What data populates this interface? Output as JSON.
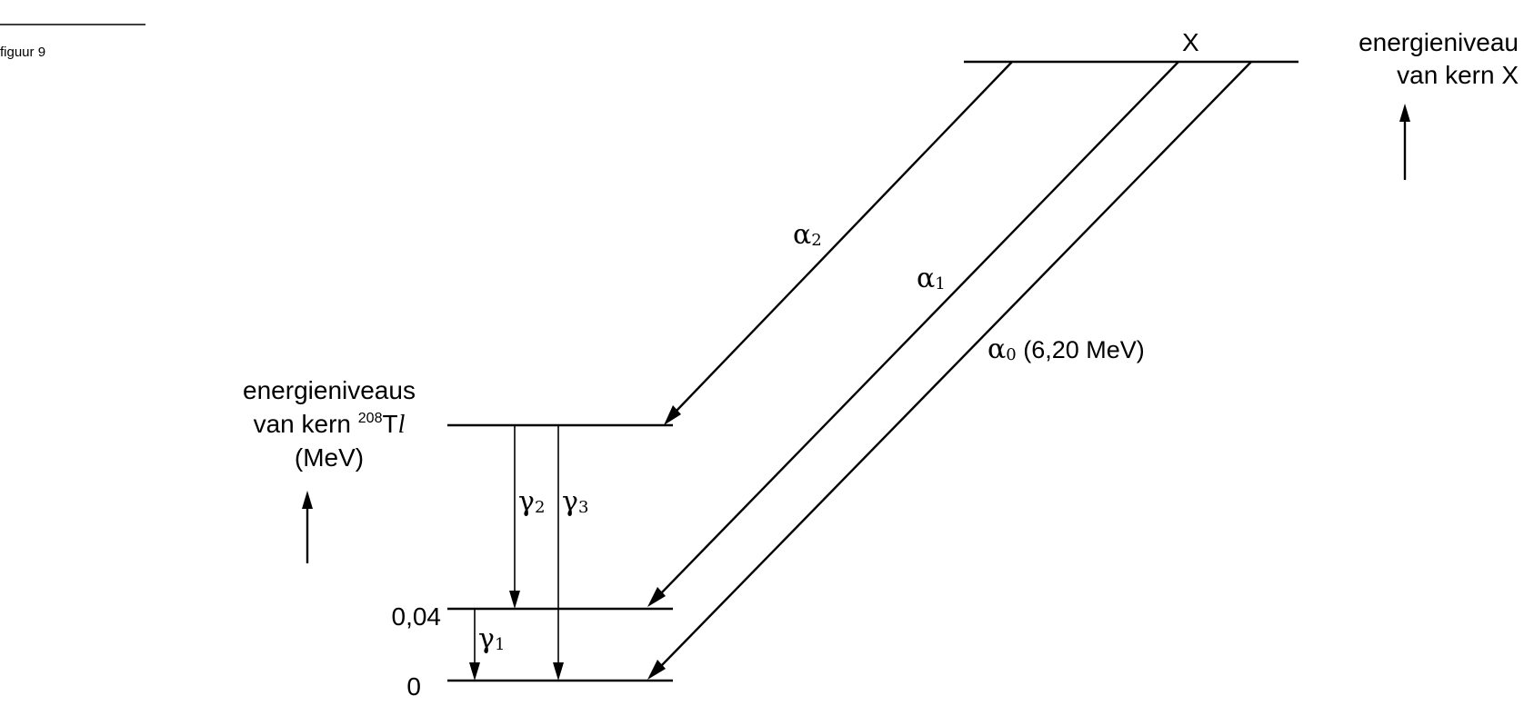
{
  "figure": {
    "caption": "figuur 9",
    "top_level_label": "X",
    "x_axis_title_line1": "energieniveau",
    "x_axis_title_line2": "van kern X",
    "tl_axis_title_line1": "energieniveaus",
    "tl_axis_title_line2_prefix": "van kern ",
    "tl_isotope_mass": "208",
    "tl_element_symbol": "T",
    "tl_element_l": "l",
    "tl_axis_unit": "(MeV)",
    "levels": [
      {
        "value": "0,04",
        "energy_mev": 0.04
      },
      {
        "value": "0",
        "energy_mev": 0
      }
    ],
    "transitions": [
      {
        "symbol": "α",
        "subscript": "2",
        "extra": "",
        "type": "alpha"
      },
      {
        "symbol": "α",
        "subscript": "1",
        "extra": "",
        "type": "alpha"
      },
      {
        "symbol": "α",
        "subscript": "0",
        "extra": " (6,20 MeV)",
        "type": "alpha"
      },
      {
        "symbol": "γ",
        "subscript": "2",
        "type": "gamma"
      },
      {
        "symbol": "γ",
        "subscript": "3",
        "type": "gamma"
      },
      {
        "symbol": "γ",
        "subscript": "1",
        "type": "gamma"
      }
    ]
  }
}
